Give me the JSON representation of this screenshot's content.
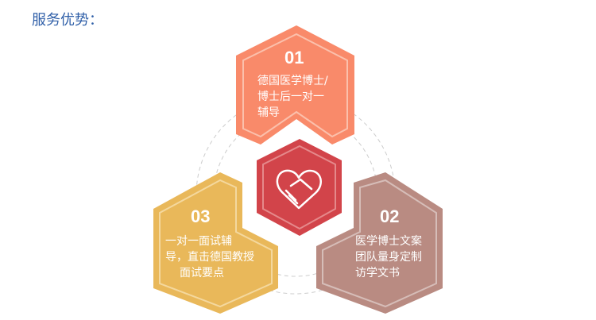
{
  "title": "服务优势：",
  "colors": {
    "item1": "#F98A6A",
    "item2": "#B98B82",
    "item3": "#E9B85A",
    "center": "#D2444A",
    "title": "#2F5FA8"
  },
  "center_icon": "heart-handshake-icon",
  "items": [
    {
      "number": "01",
      "lines": [
        "德国医学博士/",
        "博士后一对一",
        "辅导"
      ]
    },
    {
      "number": "02",
      "lines": [
        "医学博士文案",
        "团队量身定制",
        "访学文书"
      ]
    },
    {
      "number": "03",
      "lines": [
        "一对一面试辅",
        "导，直击德国教授",
        "面试要点"
      ]
    }
  ]
}
